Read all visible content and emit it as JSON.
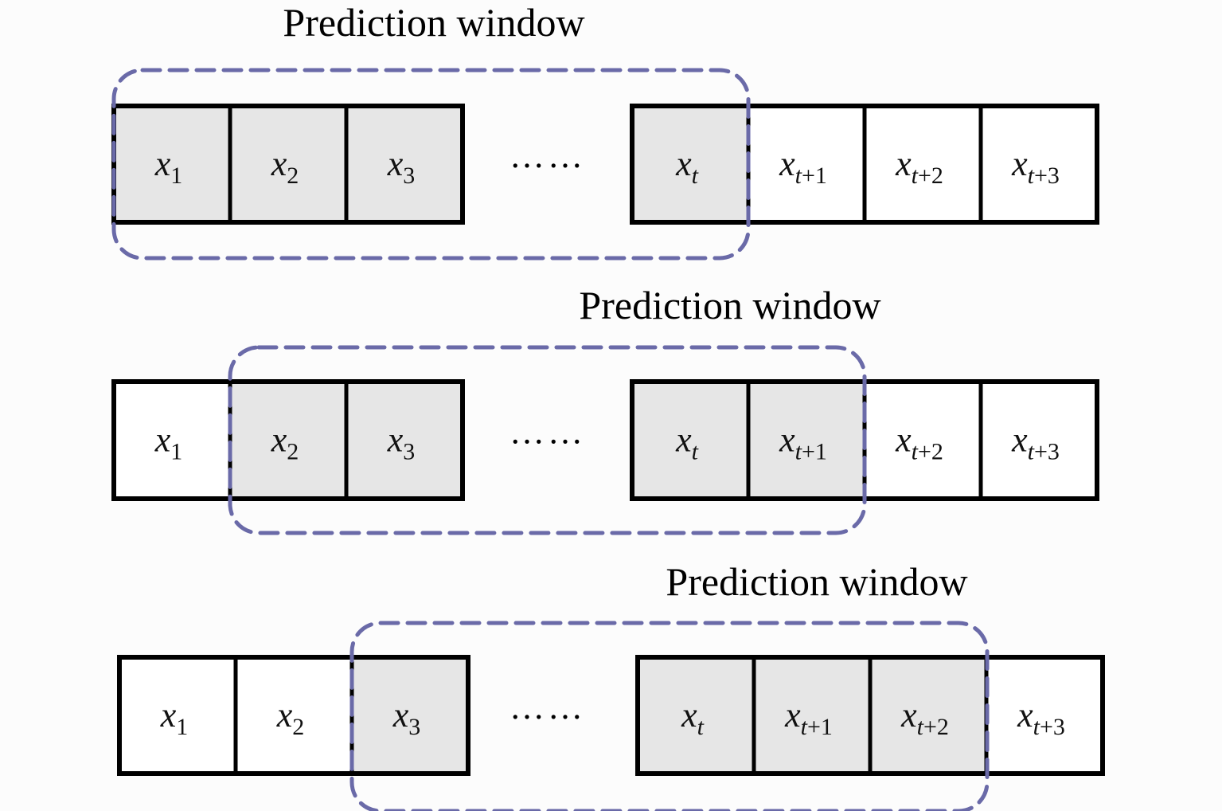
{
  "colors": {
    "shaded_cell": "#e6e6e6",
    "plain_cell": "#ffffff",
    "window_stroke": "#6a6aa8",
    "border": "#000000"
  },
  "rows": [
    {
      "title": "Prediction window",
      "left_cells": [
        {
          "base": "x",
          "sub": "1",
          "shaded": true
        },
        {
          "base": "x",
          "sub": "2",
          "shaded": true
        },
        {
          "base": "x",
          "sub": "3",
          "shaded": true
        }
      ],
      "dots": "……",
      "right_cells": [
        {
          "base": "x",
          "sub": "t",
          "shaded": true
        },
        {
          "base": "x",
          "sub": "t+1",
          "shaded": false
        },
        {
          "base": "x",
          "sub": "t+2",
          "shaded": false
        },
        {
          "base": "x",
          "sub": "t+3",
          "shaded": false
        }
      ]
    },
    {
      "title": "Prediction window",
      "left_cells": [
        {
          "base": "x",
          "sub": "1",
          "shaded": false
        },
        {
          "base": "x",
          "sub": "2",
          "shaded": true
        },
        {
          "base": "x",
          "sub": "3",
          "shaded": true
        }
      ],
      "dots": "……",
      "right_cells": [
        {
          "base": "x",
          "sub": "t",
          "shaded": true
        },
        {
          "base": "x",
          "sub": "t+1",
          "shaded": true
        },
        {
          "base": "x",
          "sub": "t+2",
          "shaded": false
        },
        {
          "base": "x",
          "sub": "t+3",
          "shaded": false
        }
      ]
    },
    {
      "title": "Prediction window",
      "left_cells": [
        {
          "base": "x",
          "sub": "1",
          "shaded": false
        },
        {
          "base": "x",
          "sub": "2",
          "shaded": false
        },
        {
          "base": "x",
          "sub": "3",
          "shaded": true
        }
      ],
      "dots": "……",
      "right_cells": [
        {
          "base": "x",
          "sub": "t",
          "shaded": true
        },
        {
          "base": "x",
          "sub": "t+1",
          "shaded": true
        },
        {
          "base": "x",
          "sub": "t+2",
          "shaded": true
        },
        {
          "base": "x",
          "sub": "t+3",
          "shaded": false
        }
      ]
    }
  ]
}
